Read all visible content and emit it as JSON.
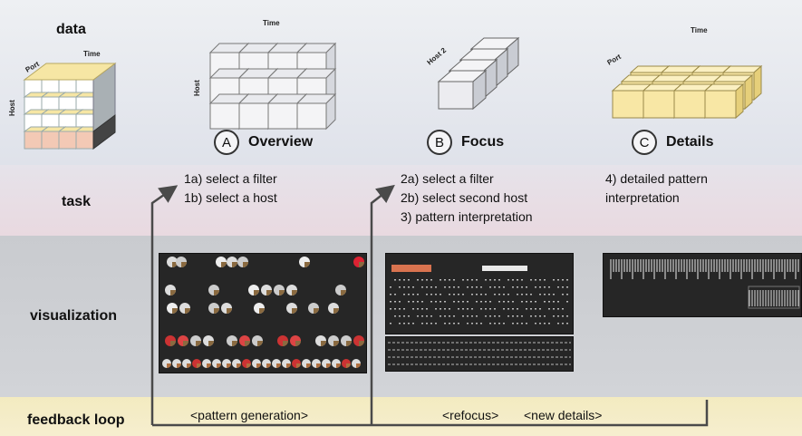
{
  "rows": {
    "data": "data",
    "task": "task",
    "visualization": "visualization",
    "feedback": "feedback loop"
  },
  "cube_labels": {
    "overview_top": "Time",
    "overview_side": "Host",
    "focus_side": "Host 2",
    "details_top": "Time",
    "details_side": "Port",
    "data_top": "Time",
    "data_side": "Host",
    "data_left": "Port"
  },
  "stages": [
    {
      "letter": "A",
      "name": "Overview"
    },
    {
      "letter": "B",
      "name": "Focus"
    },
    {
      "letter": "C",
      "name": "Details"
    }
  ],
  "tasks": {
    "overview": [
      "1a) select a filter",
      "1b) select a host"
    ],
    "focus": [
      "2a) select a filter",
      "2b) select second host",
      "3) pattern interpretation"
    ],
    "details": [
      "4) detailed pattern",
      "interpretation"
    ]
  },
  "feedback": {
    "pattern_generation": "<pattern generation>",
    "refocus": "<refocus>",
    "new_details": "<new details>"
  },
  "colors": {
    "cube_face": "#f4f4f6",
    "cube_yellow": "#f6e6a4",
    "cube_pink": "#f3c9b5",
    "arrow": "#4a4a4a"
  }
}
